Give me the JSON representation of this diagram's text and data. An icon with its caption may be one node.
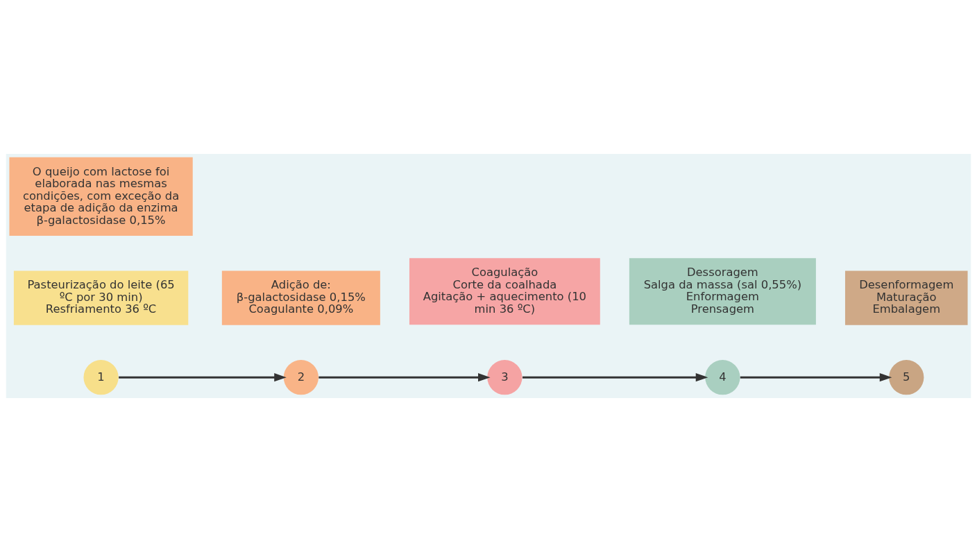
{
  "diagram": {
    "nodes": [
      {
        "text": [
          "1"
        ]
      },
      {
        "text": [
          "Pasteurização do leite (65 ºC por 30 min)",
          "Resfriamento 36 ºC"
        ]
      },
      {
        "text": [
          "2"
        ]
      },
      {
        "text": [
          "Adição de:",
          "β-galactosidase 0,15%",
          "Coagulante 0,09%"
        ]
      },
      {
        "text": [
          "3"
        ]
      },
      {
        "text": [
          "Coagulação",
          "Corte da coalhada",
          "Agitação + aquecimento (10 min 36 ºC)"
        ]
      },
      {
        "text": [
          "4"
        ]
      },
      {
        "text": [
          "Dessoragem",
          "Salga da massa (sal 0,55%)",
          "Enformagem",
          "Prensagem"
        ]
      },
      {
        "text": [
          "5"
        ]
      },
      {
        "text": [
          "Desenformagem",
          "Maturação",
          "Embalagem"
        ]
      },
      {
        "text": [
          "O queijo com lactose foi elaborada nas mesmas condições, com exceção da etapa de adição da enzima β-galactosidase 0,15%"
        ]
      }
    ],
    "edges": [
      {
        "from": 0,
        "to": 2,
        "arrow": "to"
      },
      {
        "from": 2,
        "to": 4,
        "arrow": "to"
      },
      {
        "from": 4,
        "to": 6,
        "arrow": "to"
      },
      {
        "from": 6,
        "to": 8,
        "arrow": "to"
      }
    ]
  }
}
